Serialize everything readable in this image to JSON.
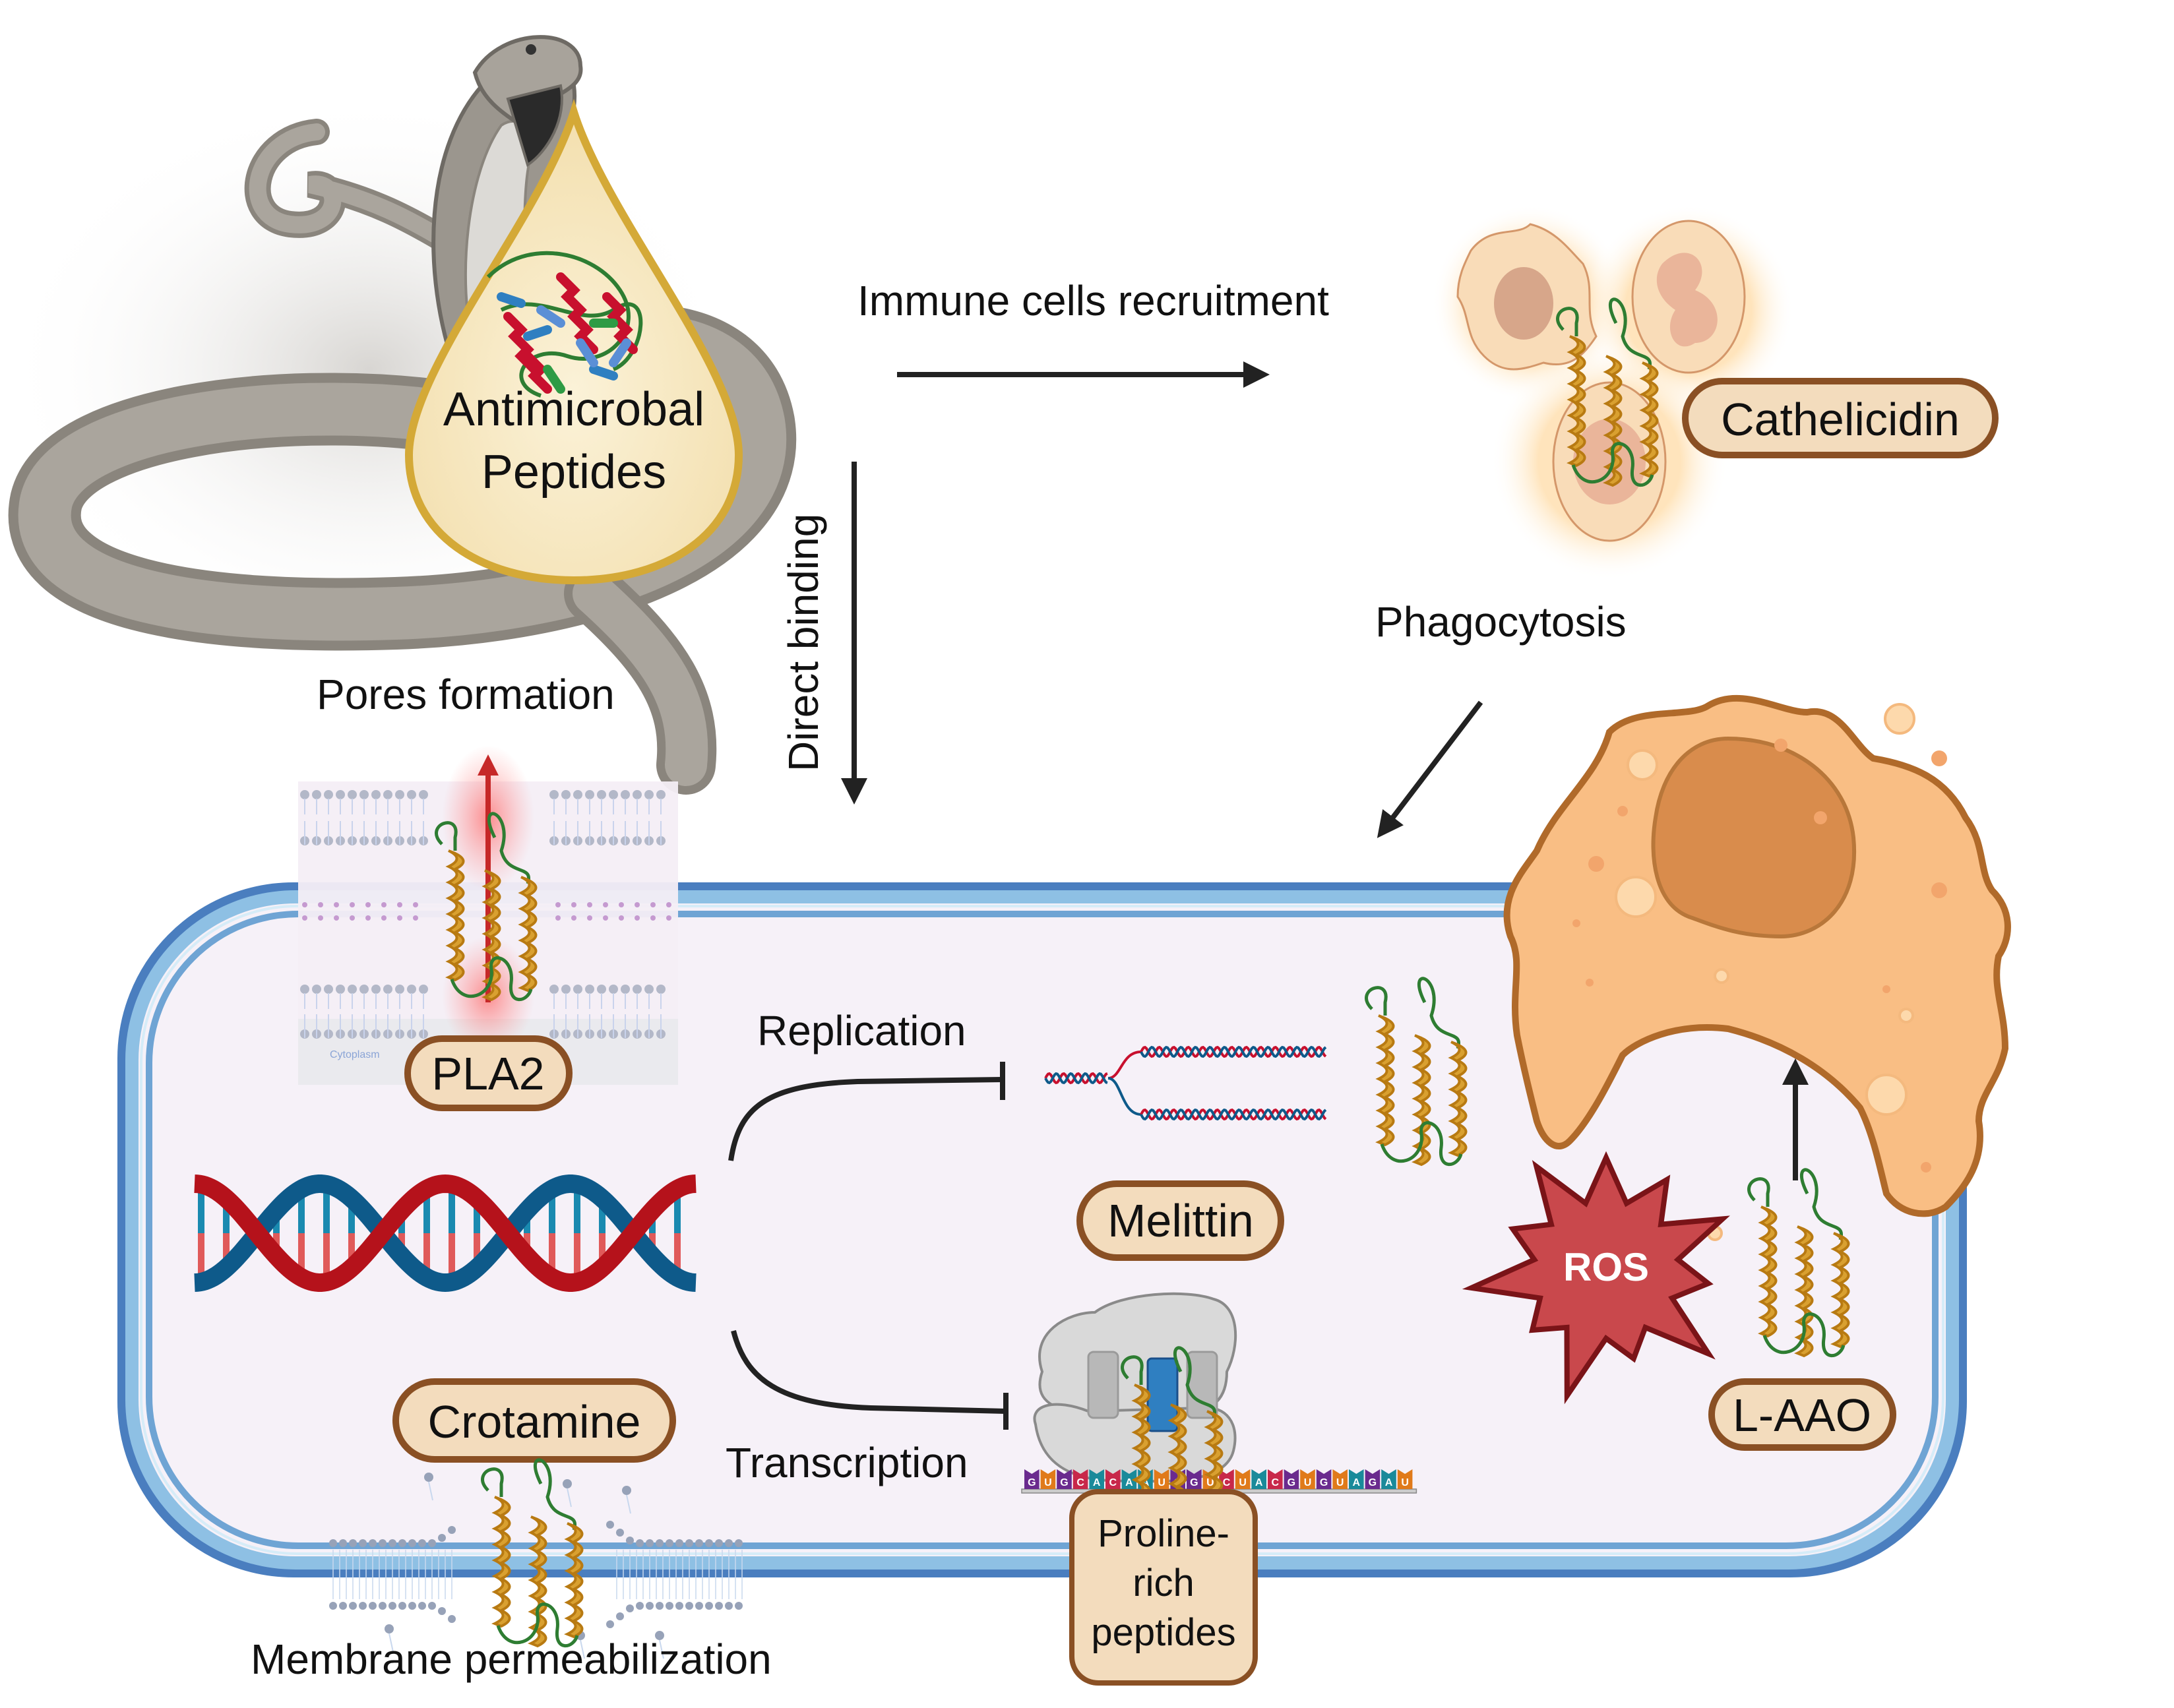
{
  "figure": {
    "title": "Antimicrobal Peptides",
    "drop_label_line1": "Antimicrobal",
    "drop_label_line2": "Peptides"
  },
  "pathways": {
    "immune_recruitment": "Immune cells recruitment",
    "direct_binding": "Direct binding",
    "phagocytosis": "Phagocytosis",
    "pores_formation": "Pores formation",
    "replication": "Replication",
    "transcription": "Transcription",
    "membrane_permeabilization": "Membrane permeabilization"
  },
  "peptides": {
    "cathelicidin": "Cathelicidin",
    "pla2": "PLA2",
    "melittin": "Melittin",
    "crotamine": "Crotamine",
    "laao": "L-AAO",
    "proline_line1": "Proline-",
    "proline_line2": "rich",
    "proline_line3": "peptides"
  },
  "misc": {
    "ros": "ROS",
    "cytoplasm": "Cytoplasm"
  },
  "mrna_sequence": [
    "G",
    "U",
    "G",
    "C",
    "A",
    "C",
    "A",
    "A",
    "U",
    "G",
    "G",
    "U",
    "C",
    "U",
    "A",
    "C",
    "G",
    "U",
    "G",
    "U",
    "A",
    "G",
    "A",
    "U"
  ],
  "nucleotide_colors": {
    "G": "#6a2a8e",
    "U": "#e07a1a",
    "C": "#c8284a",
    "A": "#1a8a9a"
  },
  "colors": {
    "pill_fill": "#f3dcbd",
    "pill_stroke": "#8a5024",
    "helix": "#d9a030",
    "helix_dark": "#b87a12",
    "loop": "#2e7d32",
    "membrane_dark": "#4a7ebf",
    "membrane_light": "#8ec0e4",
    "cell_fill": "#f6f1f8",
    "macrophage_fill": "#f9be84",
    "macrophage_stroke": "#b06a2a",
    "nucleus": "#d98c4c",
    "ros_fill": "#c9484c",
    "ros_stroke": "#7a1418",
    "dna_red": "#b5121b",
    "dna_blue": "#0e5a8a"
  }
}
